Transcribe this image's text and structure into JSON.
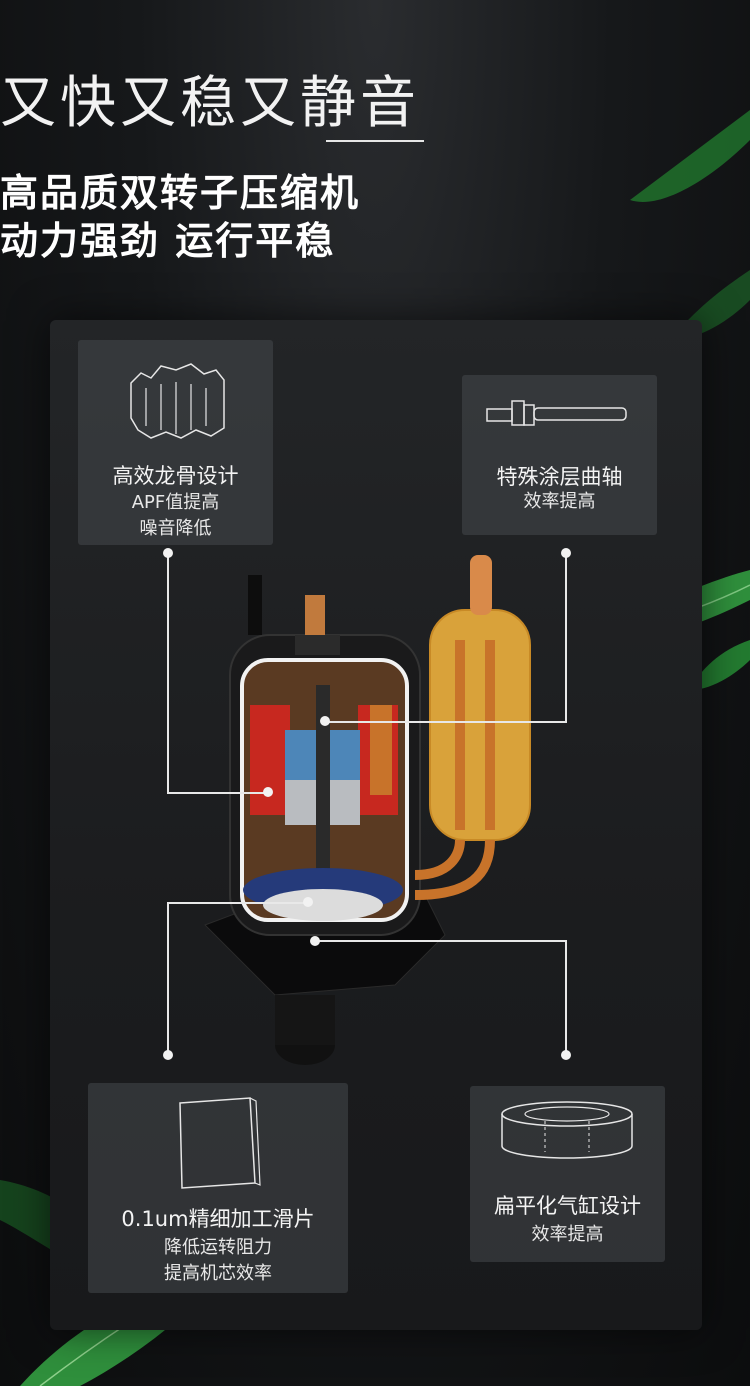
{
  "header": {
    "title": "又快又稳又静音",
    "subtitle_line1": "高品质双转子压缩机",
    "subtitle_line2": "动力强劲 运行平稳"
  },
  "features": [
    {
      "name": "高效龙骨设计",
      "desc": [
        "APF值提高",
        "噪音降低"
      ],
      "icon": "rotor-core-icon"
    },
    {
      "name": "特殊涂层曲轴",
      "desc": [
        "效率提高"
      ],
      "icon": "crankshaft-icon"
    },
    {
      "name": "0.1um精细加工滑片",
      "desc": [
        "降低运转阻力",
        "提高机芯效率"
      ],
      "icon": "slide-vane-icon"
    },
    {
      "name": "扁平化气缸设计",
      "desc": [
        "效率提高"
      ],
      "icon": "flat-cylinder-icon"
    }
  ],
  "colors": {
    "background": "#16181a",
    "panel": "#1f2123",
    "copper": "#c8732a",
    "brass": "#d9a23a",
    "motor_blue": "#4d86b8",
    "stator_red": "#c7281f",
    "leaf_green": "#2f8f3c"
  }
}
